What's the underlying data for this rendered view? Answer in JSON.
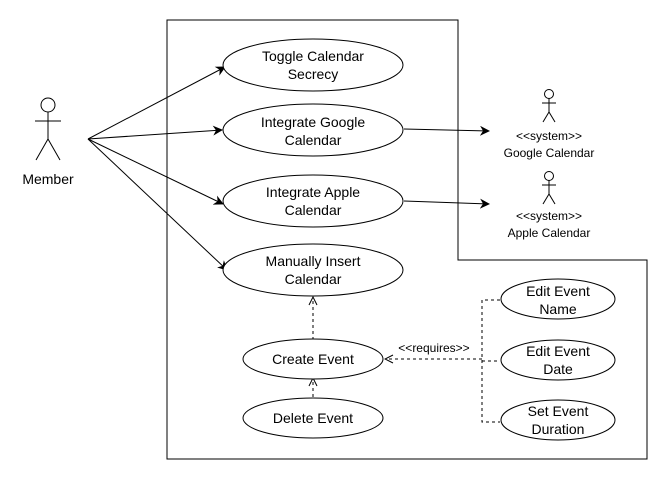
{
  "diagram": {
    "actors": {
      "member": {
        "label": "Member"
      },
      "google": {
        "stereotype": "<<system>>",
        "label": "Google Calendar"
      },
      "apple": {
        "stereotype": "<<system>>",
        "label": "Apple Calendar"
      }
    },
    "use_cases": {
      "toggle": [
        "Toggle Calendar",
        "Secrecy"
      ],
      "google": [
        "Integrate Google",
        "Calendar"
      ],
      "apple": [
        "Integrate Apple",
        "Calendar"
      ],
      "manual": [
        "Manually Insert",
        "Calendar"
      ],
      "create": [
        "Create Event"
      ],
      "delete": [
        "Delete Event"
      ],
      "edit_name": [
        "Edit Event",
        "Name"
      ],
      "edit_date": [
        "Edit Event",
        "Date"
      ],
      "set_duration": [
        "Set Event",
        "Duration"
      ]
    },
    "requires_label": "<<requires>>"
  }
}
